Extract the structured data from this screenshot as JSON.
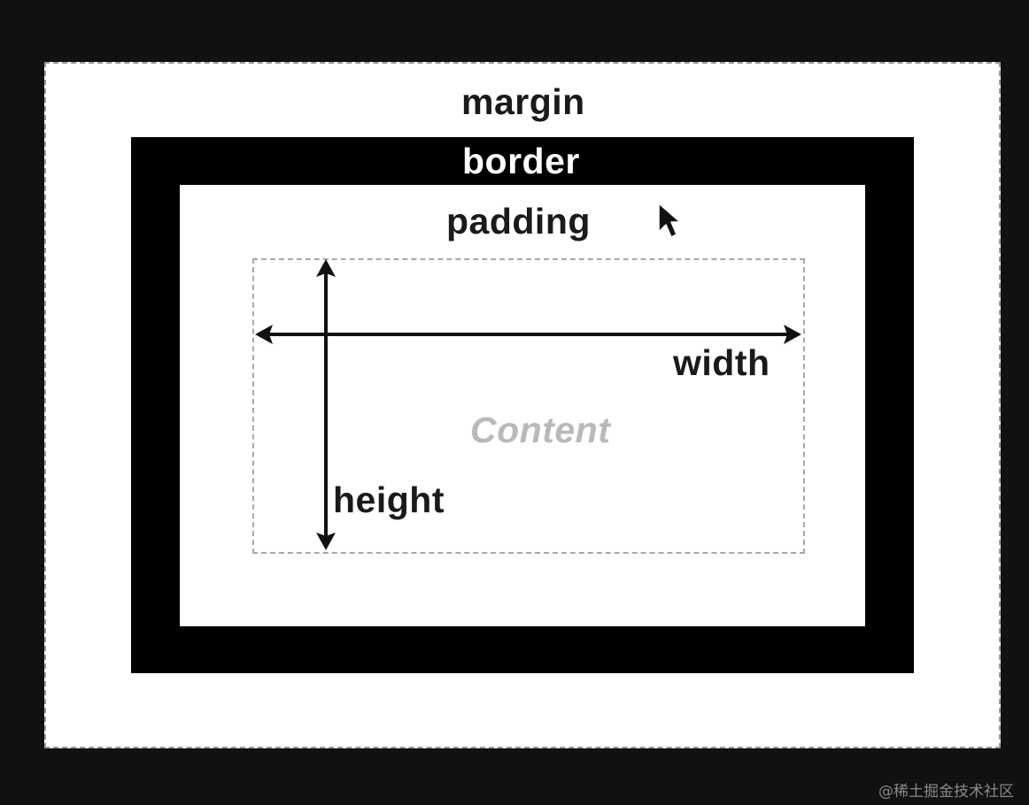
{
  "diagram": {
    "labels": {
      "margin": "margin",
      "border": "border",
      "padding": "padding",
      "content": "Content",
      "width": "width",
      "height": "height"
    },
    "colors": {
      "background": "#111111",
      "margin_area": "#ffffff",
      "border_area": "#000000",
      "padding_area": "#ffffff",
      "content_text": "#b9b9b9"
    },
    "icons": [
      "mouse-cursor-icon",
      "arrow-head-icon"
    ]
  },
  "watermark": "@稀土掘金技术社区"
}
